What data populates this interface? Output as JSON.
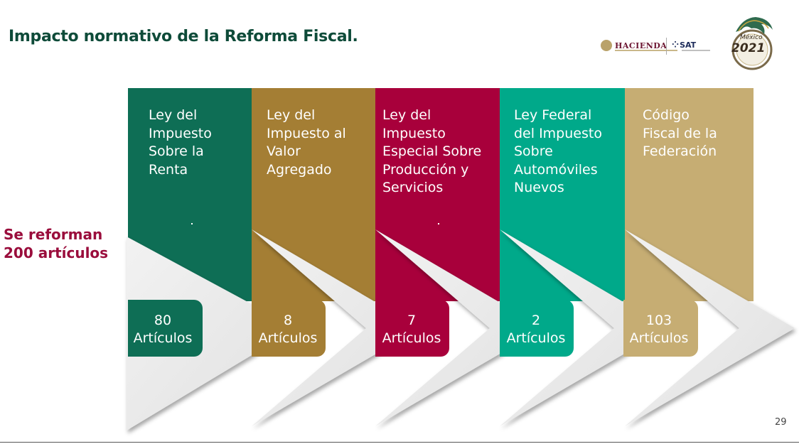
{
  "title": "Impacto normativo de la Reforma Fiscal.",
  "side_label": [
    "Se reforman",
    "200 artículos"
  ],
  "logos": {
    "hacienda": "HACIENDA",
    "sat": "SAT",
    "seal_country": "México",
    "seal_year": "2021"
  },
  "columns": [
    {
      "name_lines": [
        "Ley del",
        "Impuesto",
        "Sobre la",
        "Renta"
      ],
      "count": "80",
      "unit": "Artículos",
      "color": "#0e6e55"
    },
    {
      "name_lines": [
        "Ley del",
        "Impuesto al",
        "Valor",
        "Agregado"
      ],
      "count": "8",
      "unit": "Artículos",
      "color": "#a47e34"
    },
    {
      "name_lines": [
        "Ley del",
        "Impuesto",
        "Especial Sobre",
        "Producción y",
        "Servicios"
      ],
      "count": "7",
      "unit": "Artículos",
      "color": "#a8003b"
    },
    {
      "name_lines": [
        "Ley Federal",
        "del Impuesto",
        "Sobre",
        "Automóviles",
        "Nuevos"
      ],
      "count": "2",
      "unit": "Artículos",
      "color": "#00a98a"
    },
    {
      "name_lines": [
        "Código",
        "Fiscal de la",
        "Federación"
      ],
      "count": "103",
      "unit": "Artículos",
      "color": "#c6ad73"
    }
  ],
  "page_number": "29"
}
